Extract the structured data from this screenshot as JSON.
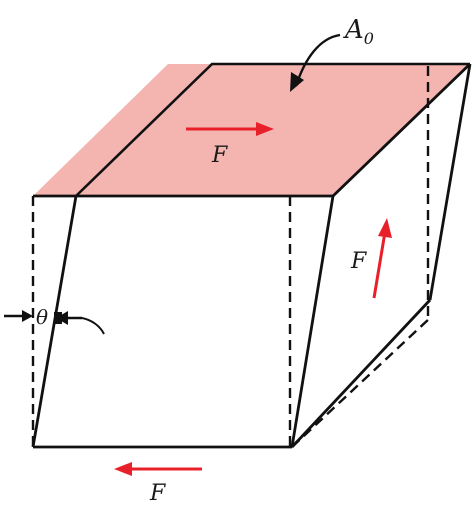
{
  "labels": {
    "area": "A",
    "area_subscript": "0",
    "force_top": "F",
    "force_side": "F",
    "force_bottom": "F",
    "angle": "θ"
  },
  "colors": {
    "top_face": "#f4b4b0",
    "force_arrow": "#e8202a",
    "line": "#111111",
    "background": "#ffffff"
  }
}
